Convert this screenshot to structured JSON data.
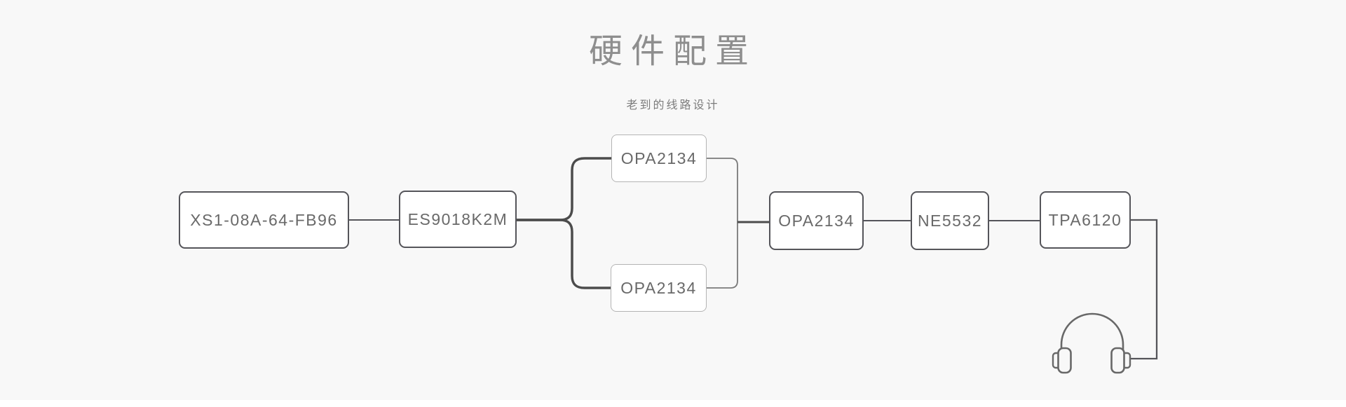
{
  "header": {
    "title": "硬件配置",
    "subtitle": "老到的线路设计"
  },
  "diagram": {
    "nodes": [
      {
        "id": "source",
        "label": "XS1-08A-64-FB96"
      },
      {
        "id": "dac",
        "label": "ES9018K2M"
      },
      {
        "id": "opamp-top",
        "label": "OPA2134"
      },
      {
        "id": "opamp-bottom",
        "label": "OPA2134"
      },
      {
        "id": "opamp-main",
        "label": "OPA2134"
      },
      {
        "id": "buffer",
        "label": "NE5532"
      },
      {
        "id": "headphone-amp",
        "label": "TPA6120"
      }
    ],
    "output_icon": "headphones-icon",
    "colors": {
      "background": "#f8f8f8",
      "node_border": "#55555a",
      "parallel_node_border": "#b4b4b4",
      "connector": "#55555a",
      "branch_connector": "#4c4c4c",
      "loop_border": "#7a7a7a",
      "node_text": "#696969",
      "title_text": "#8e8e8e",
      "subtitle_text": "#7c7c7c",
      "icon_stroke": "#686868"
    }
  }
}
